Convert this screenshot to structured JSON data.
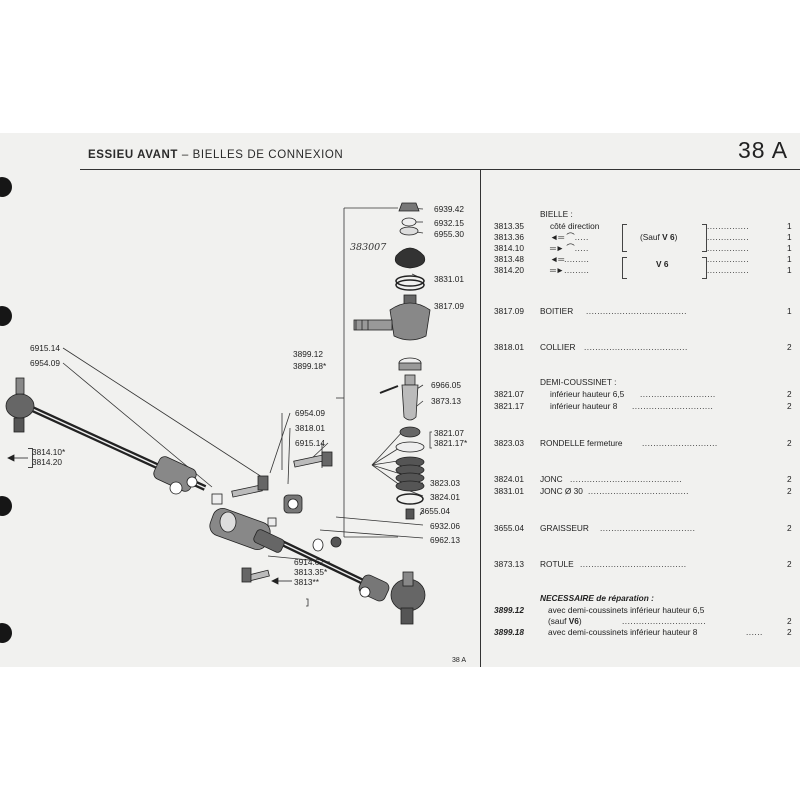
{
  "header": {
    "title_main": "ESSIEU AVANT",
    "title_sep": " – ",
    "title_sub": "BIELLES DE CONNEXION",
    "page_number": "38 A"
  },
  "footer_page": "38 A",
  "diagram_labels": {
    "l6939_42": "6939.42",
    "l6932_15": "6932.15",
    "l6955_30": "6955.30",
    "handwritten": "383007",
    "l3831_01": "3831.01",
    "l3817_09": "3817.09",
    "l3899_12": "3899.12",
    "l3899_18": "3899.18",
    "l6966_05": "6966.05",
    "l3873_13": "3873.13",
    "l3821_07": "3821.07",
    "l3821_17": "3821.17",
    "l3823_03": "3823.03",
    "l3824_01": "3824.01",
    "l3655_04": "3655.04",
    "l6932_06": "6932.06",
    "l6962_13": "6962.13",
    "l6915_14a": "6915.14",
    "l6954_09a": "6954.09",
    "l6954_09b": "6954.09",
    "l3818_01": "3818.01",
    "l6915_14b": "6915.14",
    "l3814_10": "3814.10",
    "l3814_20": "3814.20",
    "l6914_62": "6914.62",
    "l3813_35": "3813.35",
    "l3813": "3813",
    "star": "*",
    "stars": "**"
  },
  "parts_list": {
    "bielle_heading": "BIELLE :",
    "bielle_rows": [
      {
        "ref": "3813.35",
        "desc": "côté direction",
        "qty": "1"
      },
      {
        "ref": "3813.36",
        "desc": "",
        "qty": "1"
      },
      {
        "ref": "3814.10",
        "desc": "",
        "qty": "1"
      },
      {
        "ref": "3813.48",
        "desc": "",
        "qty": "1"
      },
      {
        "ref": "3814.20",
        "desc": "",
        "qty": "1"
      }
    ],
    "sauf_v6": "(Sauf ",
    "v6": "V 6",
    "close_paren": ")",
    "v6_group": "V 6",
    "rows": [
      {
        "ref": "3817.09",
        "desc": "BOITIER",
        "qty": "1"
      },
      {
        "ref": "3818.01",
        "desc": "COLLIER",
        "qty": "2"
      }
    ],
    "demi_heading": "DEMI-COUSSINET :",
    "demi_rows": [
      {
        "ref": "3821.07",
        "desc": "inférieur hauteur 6,5",
        "qty": "2"
      },
      {
        "ref": "3821.17",
        "desc": "inférieur hauteur 8",
        "qty": "2"
      }
    ],
    "rows2": [
      {
        "ref": "3823.03",
        "desc": "RONDELLE fermeture",
        "qty": "2"
      },
      {
        "ref": "3824.01",
        "desc": "JONC",
        "qty": "2"
      },
      {
        "ref": "3831.01",
        "desc": "JONC Ø 30",
        "qty": "2"
      },
      {
        "ref": "3655.04",
        "desc": "GRAISSEUR",
        "qty": "2"
      },
      {
        "ref": "3873.13",
        "desc": "ROTULE",
        "qty": "2"
      }
    ],
    "repair_heading": "NECESSAIRE de réparation :",
    "repair_rows": [
      {
        "ref": "3899.12",
        "desc1": "avec demi-coussinets inférieur hauteur 6,5",
        "desc2_a": "(sauf ",
        "desc2_b": "V6",
        "desc2_c": ")",
        "qty": "2"
      },
      {
        "ref": "3899.18",
        "desc": "avec demi-coussinets inférieur hauteur 8",
        "qty": "2"
      }
    ]
  }
}
